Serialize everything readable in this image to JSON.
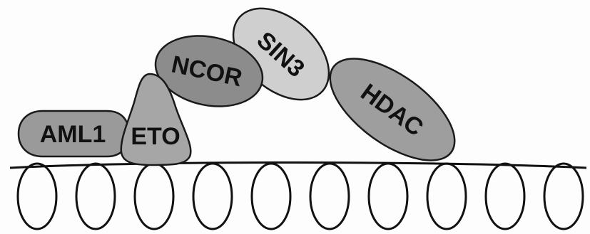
{
  "proteins": {
    "aml1": {
      "label": "AML1",
      "fill": "#9a9a9a"
    },
    "eto": {
      "label": "ETO",
      "fill": "#a6a6a6"
    },
    "ncor": {
      "label": "NCOR",
      "fill": "#8c8c8c"
    },
    "sin3": {
      "label": "SIN3",
      "fill": "#cfcfcf"
    },
    "hdac": {
      "label": "HDAC",
      "fill": "#9e9e9e"
    }
  },
  "chromatin": {
    "loop_count": 10,
    "stroke_color": "#111111"
  }
}
